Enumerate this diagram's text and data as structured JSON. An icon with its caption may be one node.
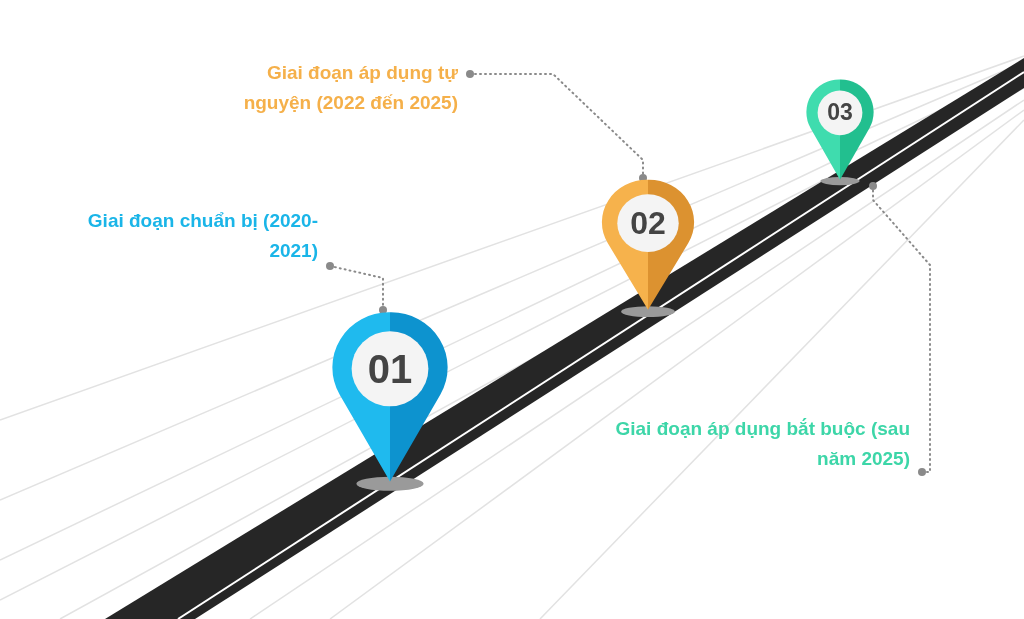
{
  "diagram": {
    "nodes": [
      {
        "text": [
          "Giai đoạn áp dụng tự nguyện (2022 đến 2025)"
        ]
      },
      {
        "text": [
          "03"
        ]
      },
      {
        "text": [
          "02"
        ]
      },
      {
        "text": [
          "Giai đoạn chuẩn bị (2020-2021)"
        ]
      },
      {
        "text": [
          "01"
        ]
      },
      {
        "text": [
          "Giai đoạn áp dụng bắt buộc (sau năm 2025)"
        ]
      }
    ],
    "edges": [
      {
        "from": 0,
        "to": 2,
        "arrow": "other",
        "style": "dashed"
      },
      {
        "from": 3,
        "to": 4,
        "arrow": "other",
        "style": "dashed"
      },
      {
        "from": 5,
        "to": 1,
        "arrow": "other",
        "style": "dashed"
      }
    ]
  }
}
